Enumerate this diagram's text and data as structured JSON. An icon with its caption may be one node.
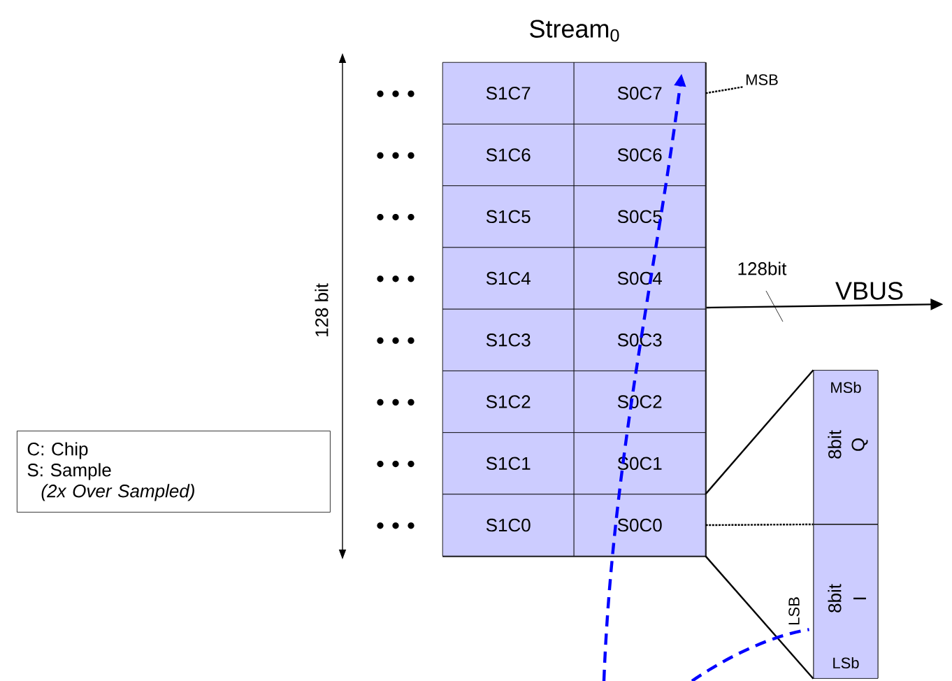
{
  "diagram": {
    "nodes": [
      {
        "text": [
          "Stream$_{0}$"
        ]
      },
      {
        "text": [
          "S1C7"
        ],
        "in": 0
      },
      {
        "text": [
          "S0C7"
        ],
        "in": 0
      },
      {
        "text": [
          "S1C6"
        ],
        "in": 0
      },
      {
        "text": [
          "S0C6"
        ],
        "in": 0
      },
      {
        "text": [
          "S1C5"
        ],
        "in": 0
      },
      {
        "text": [
          "S0C5"
        ],
        "in": 0
      },
      {
        "text": [
          "S1C4"
        ],
        "in": 0
      },
      {
        "text": [
          "S0C4"
        ],
        "in": 0
      },
      {
        "text": [
          "S1C3"
        ],
        "in": 0
      },
      {
        "text": [
          "S0C3"
        ],
        "in": 0
      },
      {
        "text": [
          "S1C2"
        ],
        "in": 0
      },
      {
        "text": [
          "S0C2"
        ],
        "in": 0
      },
      {
        "text": [
          "S1C1"
        ],
        "in": 0
      },
      {
        "text": [
          "S0C1"
        ],
        "in": 0
      },
      {
        "text": [
          "S1C0"
        ],
        "in": 0
      },
      {
        "text": [
          "S0C0"
        ],
        "in": 0
      },
      {
        "text": [
          "C: Chip",
          "S: Sample",
          "(2x Over Sampled)"
        ]
      },
      {
        "text": [],
        "shape": "box"
      },
      {
        "text": [
          "MSb",
          "8bit",
          "Q"
        ],
        "in": 18
      },
      {
        "text": [
          "8bit",
          "I",
          "LSb"
        ],
        "in": 18
      },
      {
        "text": [
          "VBUS"
        ]
      },
      {
        "text": [
          "MSB"
        ]
      }
    ],
    "edges": [
      {
        "from": 0,
        "to": 21,
        "arrow": "to",
        "label": "128bit"
      },
      {
        "from": 2,
        "to": 22,
        "arrow": "none",
        "style": "dashed"
      },
      {
        "from": 16,
        "to": 19,
        "arrow": "none"
      },
      {
        "from": 16,
        "to": 20,
        "arrow": "none"
      },
      {
        "from": 16,
        "to": 18,
        "arrow": "none",
        "style": "dashed"
      },
      {
        "from": null,
        "to": 2,
        "arrow": "to",
        "style": "dashed",
        "color": "#0000ff"
      },
      {
        "from": null,
        "to": 20,
        "arrow": "none",
        "style": "dashed",
        "color": "#0000ff"
      }
    ],
    "labels": [
      "128 bit",
      "LSB"
    ]
  }
}
